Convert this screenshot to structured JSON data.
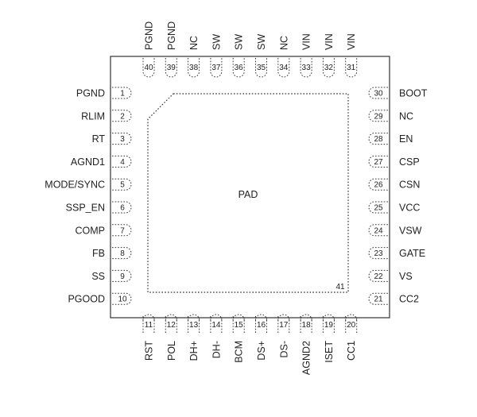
{
  "pad_label": "PAD",
  "pad_number": "41",
  "left_pins": [
    {
      "num": "1",
      "name": "PGND"
    },
    {
      "num": "2",
      "name": "RLIM"
    },
    {
      "num": "3",
      "name": "RT"
    },
    {
      "num": "4",
      "name": "AGND1"
    },
    {
      "num": "5",
      "name": "MODE/SYNC"
    },
    {
      "num": "6",
      "name": "SSP_EN"
    },
    {
      "num": "7",
      "name": "COMP"
    },
    {
      "num": "8",
      "name": "FB"
    },
    {
      "num": "9",
      "name": "SS"
    },
    {
      "num": "10",
      "name": "PGOOD"
    }
  ],
  "bottom_pins": [
    {
      "num": "11",
      "name": "RST"
    },
    {
      "num": "12",
      "name": "POL"
    },
    {
      "num": "13",
      "name": "DH+"
    },
    {
      "num": "14",
      "name": "DH-"
    },
    {
      "num": "15",
      "name": "BCM"
    },
    {
      "num": "16",
      "name": "DS+"
    },
    {
      "num": "17",
      "name": "DS-"
    },
    {
      "num": "18",
      "name": "AGND2"
    },
    {
      "num": "19",
      "name": "ISET"
    },
    {
      "num": "20",
      "name": "CC1"
    }
  ],
  "right_pins": [
    {
      "num": "30",
      "name": "BOOT"
    },
    {
      "num": "29",
      "name": "NC"
    },
    {
      "num": "28",
      "name": "EN"
    },
    {
      "num": "27",
      "name": "CSP"
    },
    {
      "num": "26",
      "name": "CSN"
    },
    {
      "num": "25",
      "name": "VCC"
    },
    {
      "num": "24",
      "name": "VSW"
    },
    {
      "num": "23",
      "name": "GATE"
    },
    {
      "num": "22",
      "name": "VS"
    },
    {
      "num": "21",
      "name": "CC2"
    }
  ],
  "top_pins": [
    {
      "num": "40",
      "name": "PGND"
    },
    {
      "num": "39",
      "name": "PGND"
    },
    {
      "num": "38",
      "name": "NC"
    },
    {
      "num": "37",
      "name": "SW"
    },
    {
      "num": "36",
      "name": "SW"
    },
    {
      "num": "35",
      "name": "SW"
    },
    {
      "num": "34",
      "name": "NC"
    },
    {
      "num": "33",
      "name": "VIN"
    },
    {
      "num": "32",
      "name": "VIN"
    },
    {
      "num": "31",
      "name": "VIN"
    }
  ]
}
